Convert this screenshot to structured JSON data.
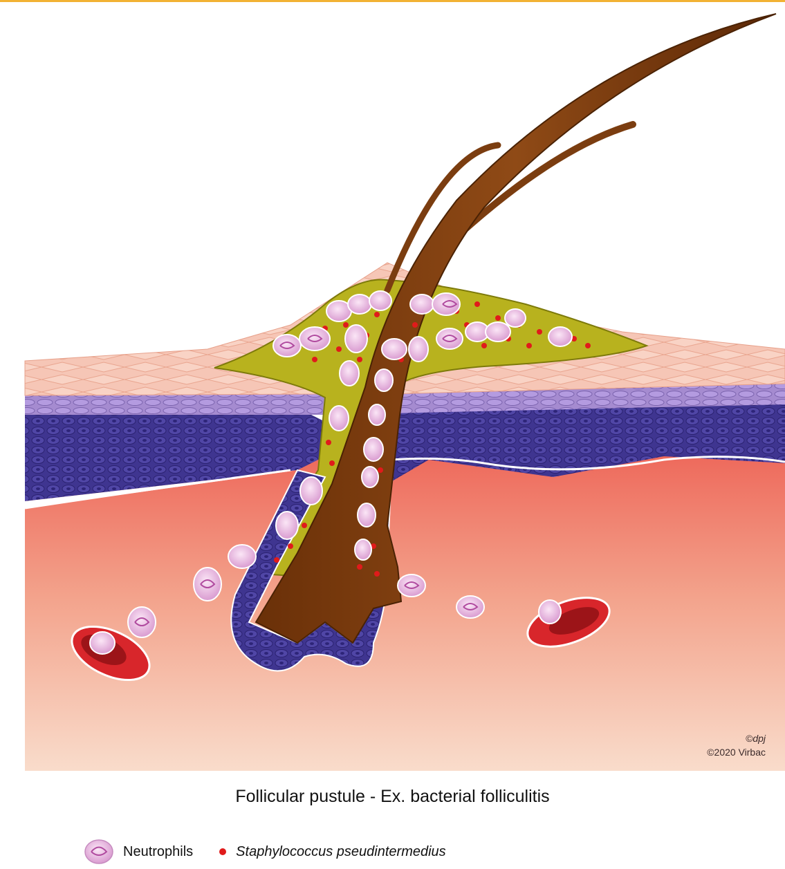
{
  "credits": {
    "artist": "©dpj",
    "copyright": "©2020 Virbac"
  },
  "caption": "Follicular pustule - Ex. bacterial folliculitis",
  "legend": [
    {
      "label": "Neutrophils",
      "icon": "neutrophil-icon"
    },
    {
      "label": "Staphylococcus pseudintermedius",
      "icon": "bacteria-dot-icon"
    }
  ],
  "colors": {
    "accent_rule": "#f2b233",
    "stratum_corneum": "#f6c6b6",
    "stratum_granulosum": "#a58bd0",
    "basal_layers": "#3f3590",
    "dermis_top": "#ee6a5c",
    "dermis_bottom": "#f9dccb",
    "hair": "#7b3d10",
    "pustule_fluid": "#b8b21e",
    "bacteria": "#e01b1b",
    "neutrophil": "#efc4e6",
    "vessel": "#d8262b"
  }
}
